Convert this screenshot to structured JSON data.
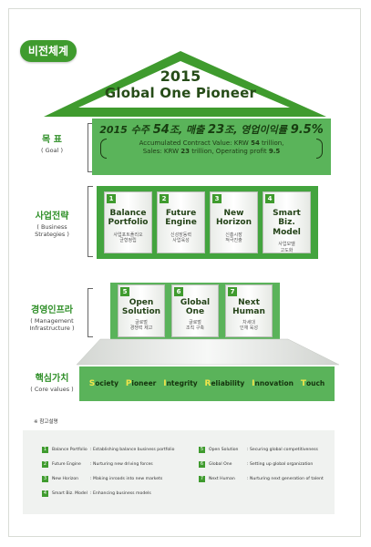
{
  "badge": "비전체계",
  "roof": {
    "year": "2015",
    "name": "Global One Pioneer"
  },
  "labels": {
    "goal": {
      "ko": "목 표",
      "en": "( Goal )"
    },
    "strategy": {
      "ko": "사업전략",
      "en_1": "( Business",
      "en_2": "Strategies )"
    },
    "infra": {
      "ko": "경영인프라",
      "en_1": "( Management",
      "en_2": "Infrastructure )"
    },
    "core": {
      "ko": "핵심가치",
      "en": "( Core values )"
    }
  },
  "goal": {
    "main_year": "2015",
    "main_rest": " 수주 ",
    "v1": "54",
    "t1": "조, 매출 ",
    "v2": "23",
    "t2": "조, 영업이익률 ",
    "v3": "9.5%",
    "sub_1": "Accumulated Contract Value: KRW ",
    "sub_v1": "54",
    "sub_2": " trillion,",
    "sub_3": "Sales: KRW ",
    "sub_v2": "23",
    "sub_4": " trillion, Operating profit ",
    "sub_v3": "9.5"
  },
  "strategies": [
    {
      "num": "1",
      "t1": "Balance",
      "t2": "Portfolio",
      "s1": "사업포트폴리오",
      "s2": "균형정립"
    },
    {
      "num": "2",
      "t1": "Future",
      "t2": "Engine",
      "s1": "신성장동력",
      "s2": "사업육성"
    },
    {
      "num": "3",
      "t1": "New",
      "t2": "Horizon",
      "s1": "신흥시장",
      "s2": "적극진출"
    },
    {
      "num": "4",
      "t1": "Smart Biz.",
      "t2": "Model",
      "s1": "사업모델",
      "s2": "고도화"
    }
  ],
  "infra": [
    {
      "num": "5",
      "t1": "Open",
      "t2": "Solution",
      "s1": "글로벌",
      "s2": "경쟁력 제고"
    },
    {
      "num": "6",
      "t1": "Global",
      "t2": "One",
      "s1": "글로벌",
      "s2": "조직 구축"
    },
    {
      "num": "7",
      "t1": "Next",
      "t2": "Human",
      "s1": "차세대",
      "s2": "인재 육성"
    }
  ],
  "core_values": [
    {
      "cap": "S",
      "rest": "ociety"
    },
    {
      "cap": "P",
      "rest": "ioneer"
    },
    {
      "cap": "I",
      "rest": "ntegrity"
    },
    {
      "cap": "R",
      "rest": "eliability"
    },
    {
      "cap": "I",
      "rest": "nnovation"
    },
    {
      "cap": "T",
      "rest": "ouch"
    }
  ],
  "legend": {
    "title": "※ 참고설명",
    "items": [
      {
        "num": "1",
        "key": "Balance Portfolio",
        "desc": ": Establishing balance business portfolio"
      },
      {
        "num": "2",
        "key": "Future Engine",
        "desc": ": Nurturing new driving forces"
      },
      {
        "num": "3",
        "key": "New Horizon",
        "desc": ": Making inroads into new markets"
      },
      {
        "num": "4",
        "key": "Smart Biz. Model",
        "desc": ": Enhancing business models"
      },
      {
        "num": "5",
        "key": "Open Solution",
        "desc": ": Securing global competitiveness"
      },
      {
        "num": "6",
        "key": "Global One",
        "desc": ": Setting up global organization"
      },
      {
        "num": "7",
        "key": "Next Human",
        "desc": ": Nurturing next generation of talent"
      }
    ]
  }
}
